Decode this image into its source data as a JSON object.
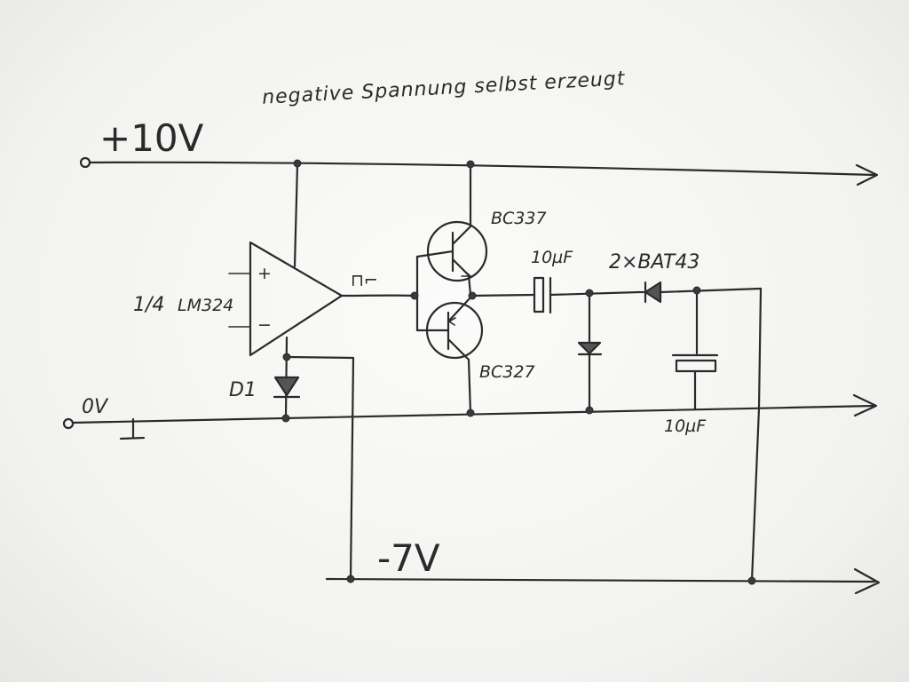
{
  "title": "negative Spannung selbst erzeugt",
  "labels": {
    "vplus": "+10V",
    "v0": "0V",
    "vneg": "-7V",
    "opamp_fraction": "1/4",
    "opamp": "LM324",
    "npn": "BC337",
    "pnp": "BC327",
    "cap_series": "10µF",
    "diodes": "2×BAT43",
    "cap_shunt": "10µF",
    "d1": "D1",
    "plus": "+",
    "minus": "−",
    "square_wave": "⊓⌐"
  }
}
